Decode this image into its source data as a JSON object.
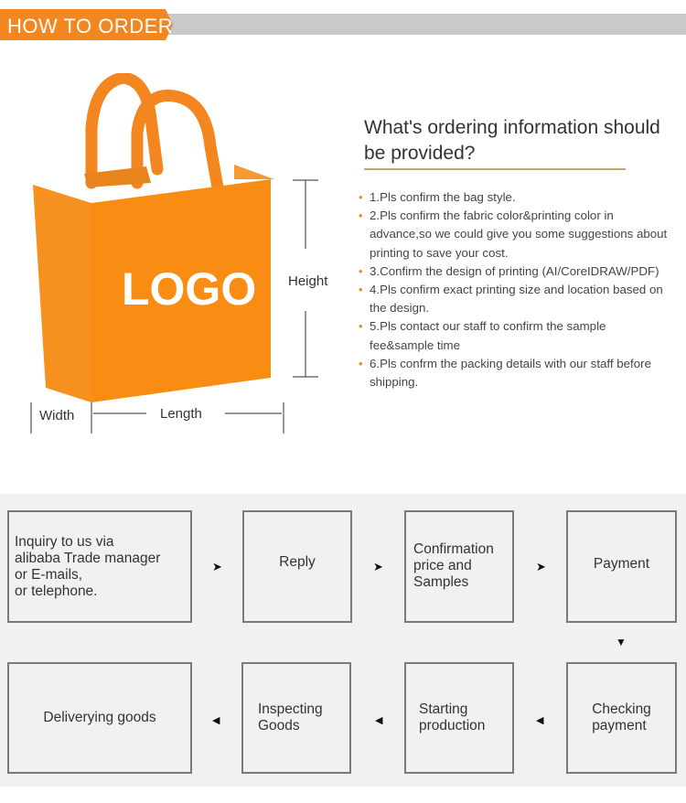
{
  "header": {
    "title": "HOW TO ORDER"
  },
  "colors": {
    "accent": "#f4861f",
    "header_bar": "#c9c9c9",
    "flow_bg": "#f2f1f1"
  },
  "illustration": {
    "logo_text": "LOGO",
    "height_label": "Height",
    "width_label": "Width",
    "length_label": "Length"
  },
  "info": {
    "title": "What's ordering information should be provided?",
    "items": [
      "1.Pls confirm the bag style.",
      "2.Pls confirm the fabric color&printing color in advance,so we could give you some suggestions about printing to save your cost.",
      "3.Confirm the design of printing (AI/CoreIDRAW/PDF)",
      "4.Pls confirm exact printing size and location based on the design.",
      "5.Pls contact our staff to confirm the sample fee&sample time",
      "6.Pls confrm the packing details with our staff before shipping."
    ]
  },
  "flow": {
    "steps": [
      "Inquiry to us via\nalibaba Trade manager\nor E-mails,\nor telephone.",
      "Reply",
      "Confirmation\nprice and\nSamples",
      "Payment",
      "Checking\npayment",
      "Starting\nproduction",
      "Inspecting\nGoods",
      "Deliverying goods"
    ],
    "arrow_right": "➤",
    "arrow_down": "▼",
    "arrow_left": "◀"
  }
}
